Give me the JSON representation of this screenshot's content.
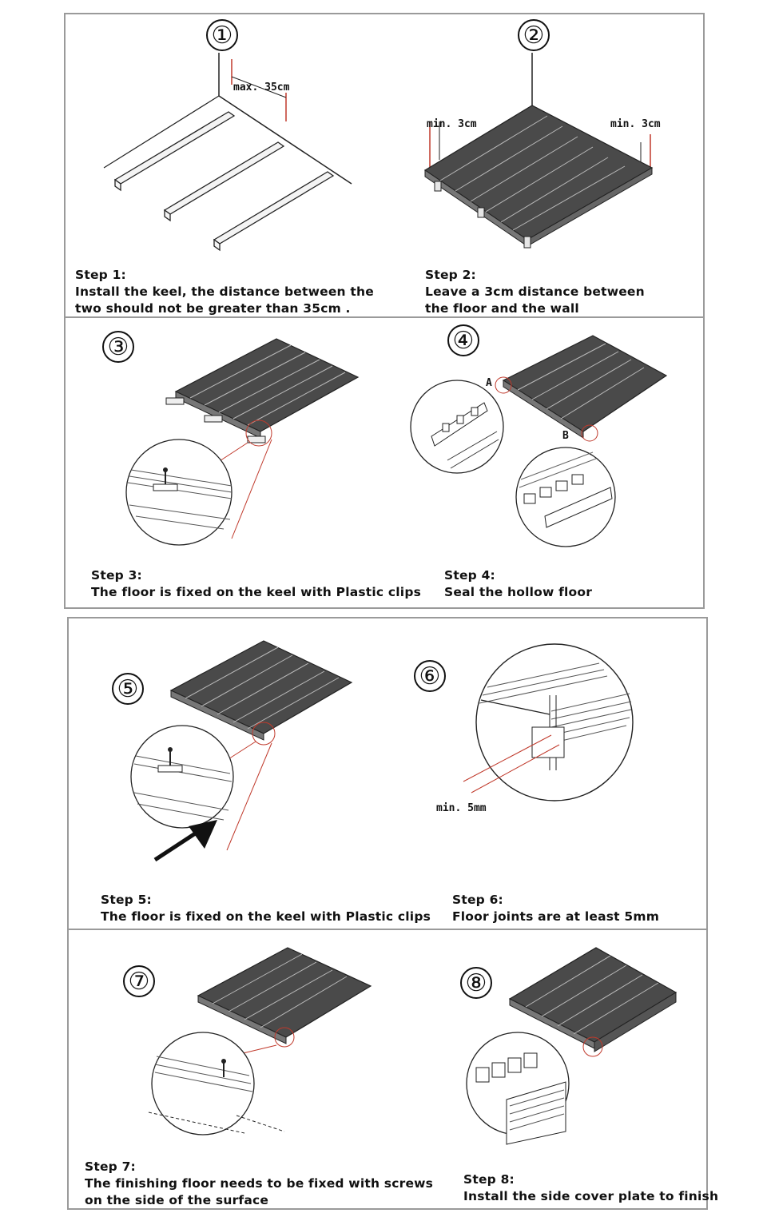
{
  "steps": [
    {
      "num": "①",
      "label": "Step 1:",
      "lines": [
        "Install the keel, the distance between the",
        "two should not be greater than 35cm ."
      ]
    },
    {
      "num": "②",
      "label": "Step 2:",
      "lines": [
        "Leave a 3cm distance between",
        "the floor and the wall"
      ]
    },
    {
      "num": "③",
      "label": "Step 3:",
      "lines": [
        "The floor is fixed on the keel with Plastic clips"
      ]
    },
    {
      "num": "④",
      "label": "Step 4:",
      "lines": [
        "Seal the hollow floor"
      ]
    },
    {
      "num": "⑤",
      "label": "Step 5:",
      "lines": [
        "The floor is fixed on the keel with Plastic clips"
      ]
    },
    {
      "num": "⑥",
      "label": "Step 6:",
      "lines": [
        "Floor joints are at least 5mm"
      ]
    },
    {
      "num": "⑦",
      "label": "Step 7:",
      "lines": [
        "The finishing floor needs to be fixed with screws",
        "on the side of the surface"
      ]
    },
    {
      "num": "⑧",
      "label": "Step 8:",
      "lines": [
        "Install the side cover plate to finish"
      ]
    }
  ],
  "annotations": {
    "max_35cm": "max. 35cm",
    "min_3cm_left": "min. 3cm",
    "min_3cm_right": "min. 3cm",
    "label_a": "A",
    "label_b": "B",
    "min_5mm": "min. 5mm"
  },
  "colors": {
    "frame": "#9a9a9a",
    "board": "#4a4a4a",
    "accent": "#c0392b"
  }
}
